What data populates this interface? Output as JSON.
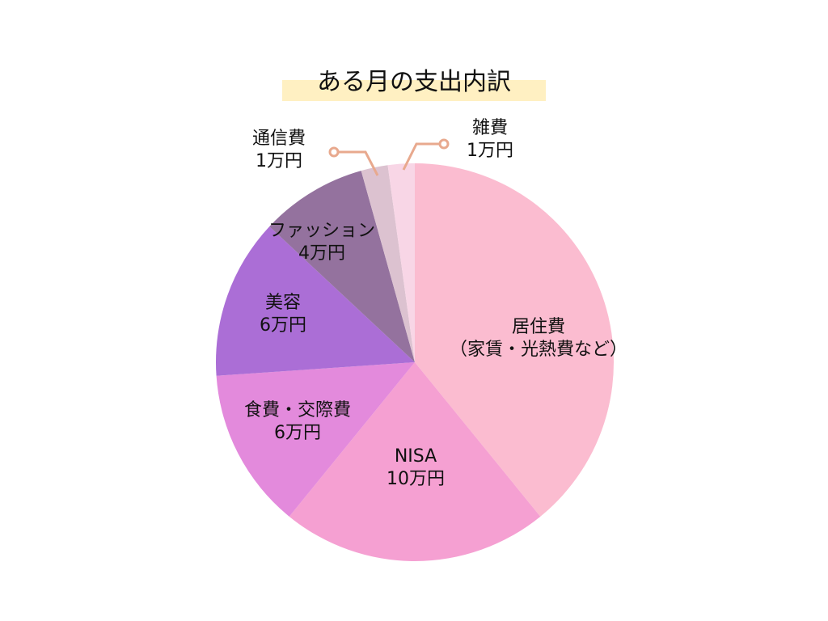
{
  "chart_data": {
    "type": "pie",
    "title": "ある月の支出内訳",
    "unit": "万円",
    "start": "top",
    "direction": "clockwise",
    "slices": [
      {
        "label": "居住費",
        "sublabel": "（家賃・光熱費など）",
        "value": 18,
        "value_label": "",
        "color": "#FBBCD0"
      },
      {
        "label": "NISA",
        "value": 10,
        "value_label": "10万円",
        "color": "#F5A0D2"
      },
      {
        "label": "食費・交際費",
        "value": 6,
        "value_label": "6万円",
        "color": "#E38ADC"
      },
      {
        "label": "美容",
        "value": 6,
        "value_label": "6万円",
        "color": "#AB6ED6"
      },
      {
        "label": "ファッション",
        "value": 4,
        "value_label": "4万円",
        "color": "#94729E"
      },
      {
        "label": "通信費",
        "value": 1,
        "value_label": "1万円",
        "color": "#DCC2D0"
      },
      {
        "label": "雑費",
        "value": 1,
        "value_label": "1万円",
        "color": "#F8D6E6"
      }
    ],
    "title_highlight_color": "#FFF0C2",
    "leader_color": "#E8A98E"
  }
}
